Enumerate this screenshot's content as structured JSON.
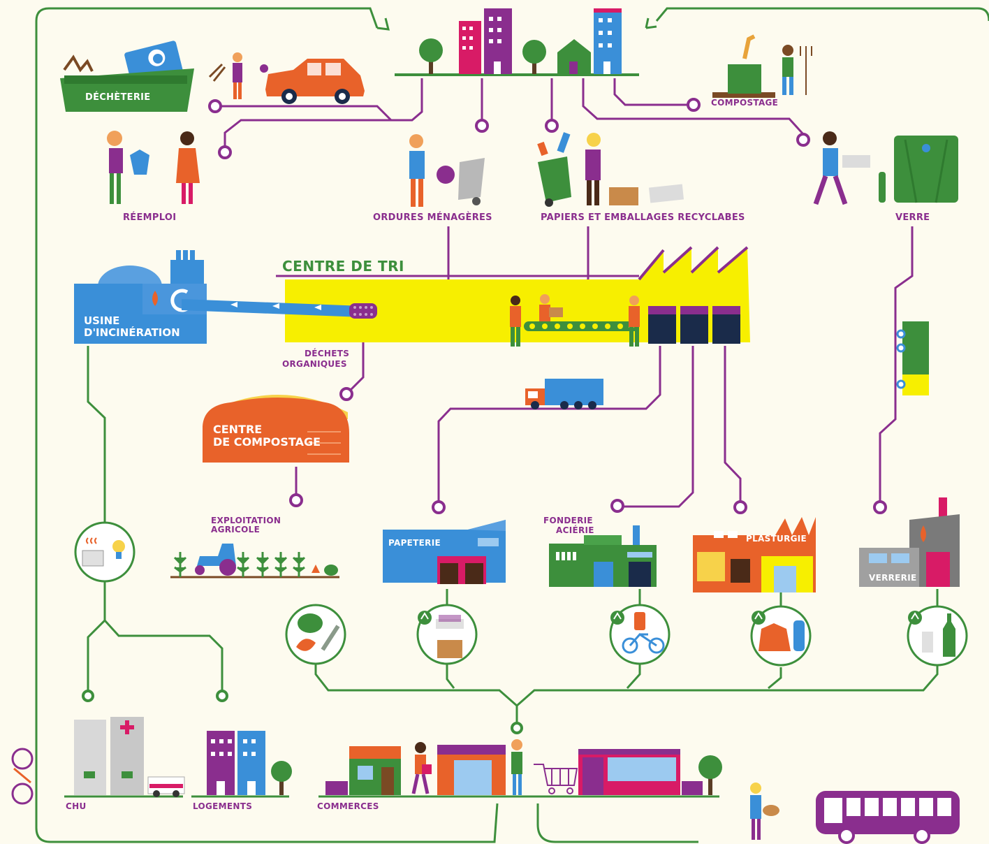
{
  "labels": {
    "decheterie": "DÉCHÈTERIE",
    "compostage": "COMPOSTAGE",
    "reemploi": "RÉEMPLOI",
    "ordures": "ORDURES MÉNAGÈRES",
    "papiers": "PAPIERS ET EMBALLAGES RECYCLABES",
    "verre": "VERRE",
    "centre_tri": "CENTRE DE TRI",
    "usine_line1": "USINE",
    "usine_line2": "D'INCINÉRATION",
    "dechets_line1": "DÉCHETS",
    "dechets_line2": "ORGANIQUES",
    "centre_compost_line1": "CENTRE",
    "centre_compost_line2": "DE COMPOSTAGE",
    "exploitation_line1": "EXPLOITATION",
    "exploitation_line2": "AGRICOLE",
    "papeterie": "PAPETERIE",
    "fonderie_line1": "FONDERIE",
    "fonderie_line2": "ACIÉRIE",
    "plasturgie": "PLASTURGIE",
    "verrerie": "VERRERIE",
    "chu": "CHU",
    "logements": "LOGEMENTS",
    "commerces": "COMMERCES"
  },
  "colors": {
    "purple": "#8a2e8e",
    "green": "#3d8f3c",
    "yellow": "#f7ef00",
    "blue": "#3a8fd8",
    "orange": "#e8622a",
    "background": "#fdfbef"
  }
}
